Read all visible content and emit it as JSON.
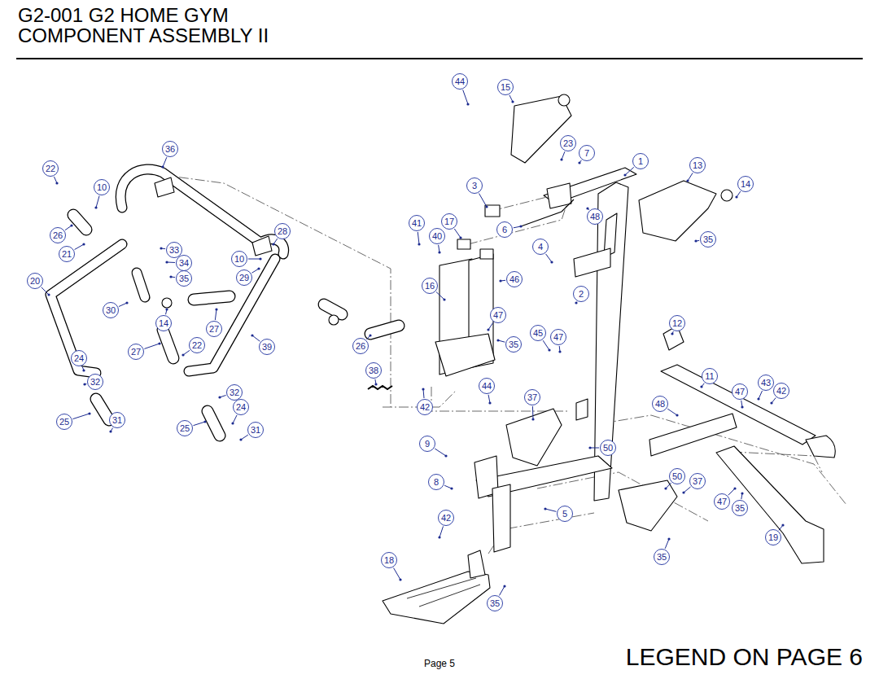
{
  "diagram": {
    "title": "G2-001 G2 HOME GYM COMPONENT ASSEMBLY II",
    "labels": [
      "44",
      "15",
      "36",
      "23",
      "7",
      "1",
      "13",
      "22",
      "10",
      "3",
      "14",
      "48",
      "6",
      "41",
      "17",
      "40",
      "35",
      "26",
      "28",
      "33",
      "21",
      "34",
      "10",
      "4",
      "29",
      "35",
      "46",
      "16",
      "20",
      "2",
      "30",
      "14",
      "27",
      "47",
      "12",
      "45",
      "47",
      "35",
      "39",
      "26",
      "22",
      "27",
      "24",
      "38",
      "11",
      "32",
      "47",
      "43",
      "42",
      "44",
      "37",
      "48",
      "32",
      "24",
      "42",
      "25",
      "31",
      "25",
      "31",
      "9",
      "50",
      "50",
      "37",
      "8",
      "5",
      "47",
      "35",
      "42",
      "19",
      "35",
      "18",
      "35",
      "Page 5",
      "LEGEND ON PAGE 6"
    ]
  }
}
